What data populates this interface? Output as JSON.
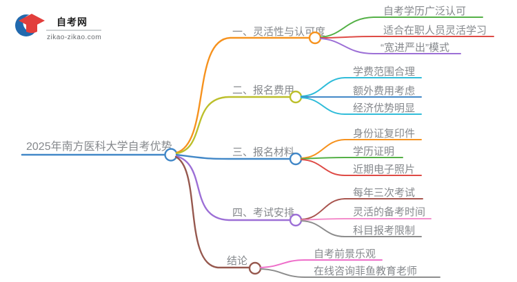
{
  "logo": {
    "title": "自考网",
    "domain": "zikao-zikao.com",
    "crescent_color": "#2169AE",
    "cap_color": "#E23E3C"
  },
  "palette": {
    "orange": "#F6921E",
    "olive": "#BCBF2B",
    "blue": "#4187C7",
    "purple": "#9C6FD6",
    "brown": "#96584E",
    "green": "#53B045",
    "red": "#DE4A45",
    "cyan": "#2FBCD9",
    "maroon": "#A8544E",
    "pink": "#EE6DC9",
    "pink_light": "#F48CCB",
    "gray": "#8C8C8C",
    "text_gray": "#85888C"
  },
  "mindmap": {
    "root": {
      "label": "2025年南方医科大学自考优势",
      "color": "#4187C7"
    },
    "branches": [
      {
        "label": "一、灵活性与认可度",
        "color": "#F6921E",
        "children": [
          {
            "label": "自考学历广泛认可",
            "color": "#53B045"
          },
          {
            "label": "适合在职人员灵活学习",
            "color": "#DE4A45"
          },
          {
            "label": "“宽进严出”模式",
            "color": "#9C6FD6"
          }
        ]
      },
      {
        "label": "二、报名费用",
        "color": "#BCBF2B",
        "children": [
          {
            "label": "学费范围合理",
            "color": "#2FBCD9"
          },
          {
            "label": "额外费用考虑",
            "color": "#4187C7"
          },
          {
            "label": "经济优势明显",
            "color": "#2FBCD9"
          }
        ]
      },
      {
        "label": "三、报名材料",
        "color": "#4187C7",
        "children": [
          {
            "label": "身份证复印件",
            "color": "#F6921E"
          },
          {
            "label": "学历证明",
            "color": "#53B045"
          },
          {
            "label": "近期电子照片",
            "color": "#DE4A45"
          }
        ]
      },
      {
        "label": "四、考试安排",
        "color": "#9C6FD6",
        "children": [
          {
            "label": "每年三次考试",
            "color": "#A8544E"
          },
          {
            "label": "灵活的备考时间",
            "color": "#F48CCB"
          },
          {
            "label": "科目报考限制",
            "color": "#8C8C8C"
          }
        ]
      },
      {
        "label": "结论",
        "color": "#96584E",
        "children": [
          {
            "label": "自考前景乐观",
            "color": "#EE6DC9"
          },
          {
            "label": "在线咨询菲鱼教育老师",
            "color": "#8C8C8C"
          }
        ]
      }
    ]
  }
}
